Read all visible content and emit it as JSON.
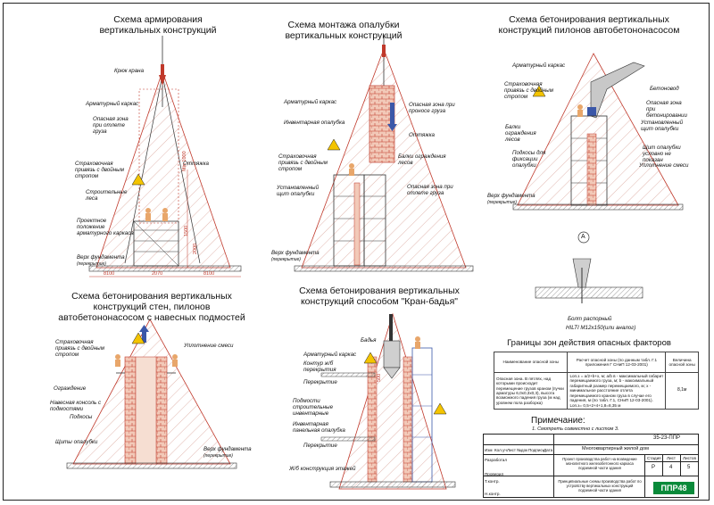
{
  "titles": {
    "t1": "Схема армирования вертикальных конструкций",
    "t2": "Схема монтажа опалубки вертикальных конструкций",
    "t3": "Схема бетонирования вертикальных конструкций пилонов автобетононасосом",
    "t4": "Схема бетонирования вертикальных конструкций стен, пилонов автобетононасосом с навесных подмостей",
    "t5": "Схема бетонирования вертикальных конструкций способом \"Кран-бадья\"",
    "t6": "Границы зон действия опасных факторов"
  },
  "d1": {
    "hook": "Крюк крана",
    "cage": "Арматурный каркас",
    "zone": "Опасная зона при отлете груза",
    "harness": "Страховочная привязь с двойным стропом",
    "scaffold": "Строительные леса",
    "design": "Проектное положение арматурного каркаса",
    "top": "Верх фундамента",
    "slab": "(перекрытие)",
    "pull": "Оттяжка",
    "min": "Min 1000",
    "h1": "1500",
    "h2": "2000",
    "w1": "8100",
    "w2": "2070",
    "w3": "8100"
  },
  "d2": {
    "cage": "Арматурный каркас",
    "form": "Инвентарная опалубка",
    "harness": "Страховочная привязь с двойным стропом",
    "shield": "Установленный щит опалубки",
    "top": "Верх фундамента",
    "slab": "(перекрытие)",
    "zone_move": "Опасная зона при проносе груза",
    "pull": "Оттяжка",
    "beams": "Балки ограждения лесов",
    "zone_fly": "Опасная зона при отлете груза"
  },
  "d3": {
    "cage": "Арматурный каркас",
    "harness": "Страховочная привязь с двойным стропом",
    "beams": "Балки ограждения лесов",
    "struts": "Подкосы для фиксации опалубки",
    "top": "Верх фундамента",
    "slab": "(перекрытие)",
    "pipe": "Бетоновод",
    "zone": "Опасная зона при бетонировании",
    "shield": "Установленный щит опалубки",
    "shield2": "Щит опалубки условно не показан",
    "vib": "Уплотнение смеси",
    "markA": "А",
    "bolt": "Болт распорный",
    "bolt2": "HILTI M12x150(или аналог)"
  },
  "d4": {
    "harness": "Страховочная привязь с двойным стропом",
    "vib": "Уплотнение смеси",
    "fence": "Ограждение",
    "console": "Навесная консоль с подмостями",
    "struts": "Подкосы",
    "shields": "Щиты опалубки",
    "top": "Верх фундамента",
    "slab": "(перекрытие)"
  },
  "d5": {
    "cage": "Арматурный каркас",
    "bucket": "Бадья",
    "contour": "Контур ж/б перекрытия",
    "floor": "Перекрытие",
    "scaffold": "Подмости строительные инвентарные",
    "panel": "Инвентарная панельная опалубка",
    "floor2": "Перекрытие",
    "rc": "Ж/б конструкция этажей",
    "h": "500"
  },
  "hazard": {
    "headers": [
      "Наименование опасной зоны",
      "Расчет опасной зоны (по данным табл. Г.1 приложения Г СНиП 12-03-2001)",
      "Величина опасной зоны"
    ],
    "row": [
      "Опасная зона. В пятлях, над которыми происходит перемещение грузов краном (пучки арматуры 6,0х0,3х0,3), высота возможного падения груза (м над уровнем пола разборка)",
      "Lоп.з = a/2+b+x, м; a/b в - максимальный габарит перемещаемого груза, м; b - максимальный габаритный размер перемещаемого, м; x - минимальное расстояние отлета перемещаемого краном груза в случае его падения, м (по табл. Г.1, СНиП 12-03-2001). Lоп.з= 0,5+2+4+1,8=8,35 м",
      "8,1м"
    ]
  },
  "notes": {
    "head": "Примечание:",
    "text": "1.   Смотреть совместно с листом 3."
  },
  "stamp": {
    "code": "35-23-ППР",
    "object": "Многоквартирный жилой дом",
    "cols": [
      "Изм",
      "Кол.уч",
      "Лист",
      "№док",
      "Подпись",
      "Дата"
    ],
    "roles": [
      "Разработал",
      "",
      "Проверил",
      "Т.контр.",
      "",
      "Н.контр."
    ],
    "desc1": "Проект производства работ на возведение монолитного железобетонного каркаса подземной части здания",
    "desc2": "Принципиальные схемы производства работ по устройству вертикальных конструкций подземной части здания",
    "stage_h": "Стадия",
    "sheet_h": "Лист",
    "sheets_h": "Листов",
    "stage": "Р",
    "sheet": "4",
    "sheets": "5",
    "logo": "ППР48"
  }
}
